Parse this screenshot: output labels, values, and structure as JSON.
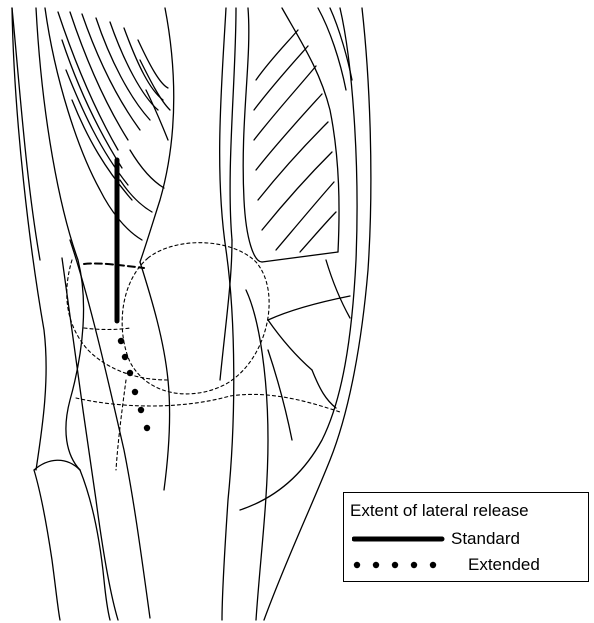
{
  "legend": {
    "title": "Extent of lateral release",
    "items": [
      {
        "label": "Standard",
        "style": "solid"
      },
      {
        "label": "Extended",
        "style": "dotted"
      }
    ]
  },
  "colors": {
    "ink": "#000000",
    "background": "#ffffff"
  }
}
